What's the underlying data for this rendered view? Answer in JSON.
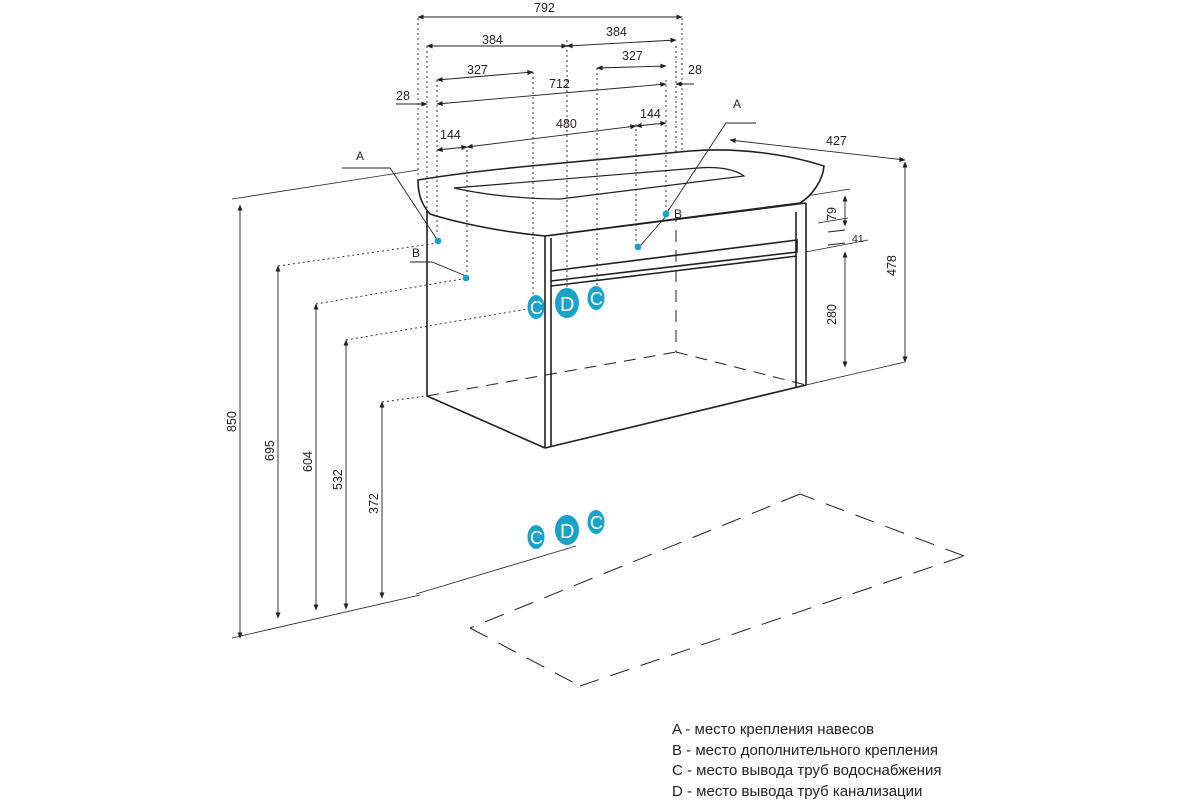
{
  "dimensions": {
    "total_width": "792",
    "half_left": "384",
    "half_right": "384",
    "inner_left": "327",
    "inner_right": "327",
    "mount_span": "712",
    "offset_left": "28",
    "offset_right": "28",
    "side_left": "144",
    "side_right": "144",
    "center_span": "480",
    "depth": "427",
    "basin_height": "79",
    "drawer_gap": "41",
    "cabinet_height": "478",
    "drawer_height": "280",
    "floor_to_top": "850",
    "floor_to_a": "695",
    "floor_to_b": "604",
    "floor_to_c": "532",
    "floor_to_bottom": "372"
  },
  "point_labels": {
    "a_left": "A",
    "a_right": "A",
    "b_left": "B",
    "b_right": "B"
  },
  "pipe_markers": {
    "c": "C",
    "d": "D"
  },
  "colors": {
    "line": "#231f20",
    "marker": "#1aa3c8",
    "marker_dot": "#1aa3c8"
  },
  "legend": [
    {
      "text": "A - место крепления навесов"
    },
    {
      "text": "B - место дополнительного крепления"
    },
    {
      "text": "C - место вывода труб водоснабжения"
    },
    {
      "text": "D - место вывода труб канализации"
    }
  ]
}
